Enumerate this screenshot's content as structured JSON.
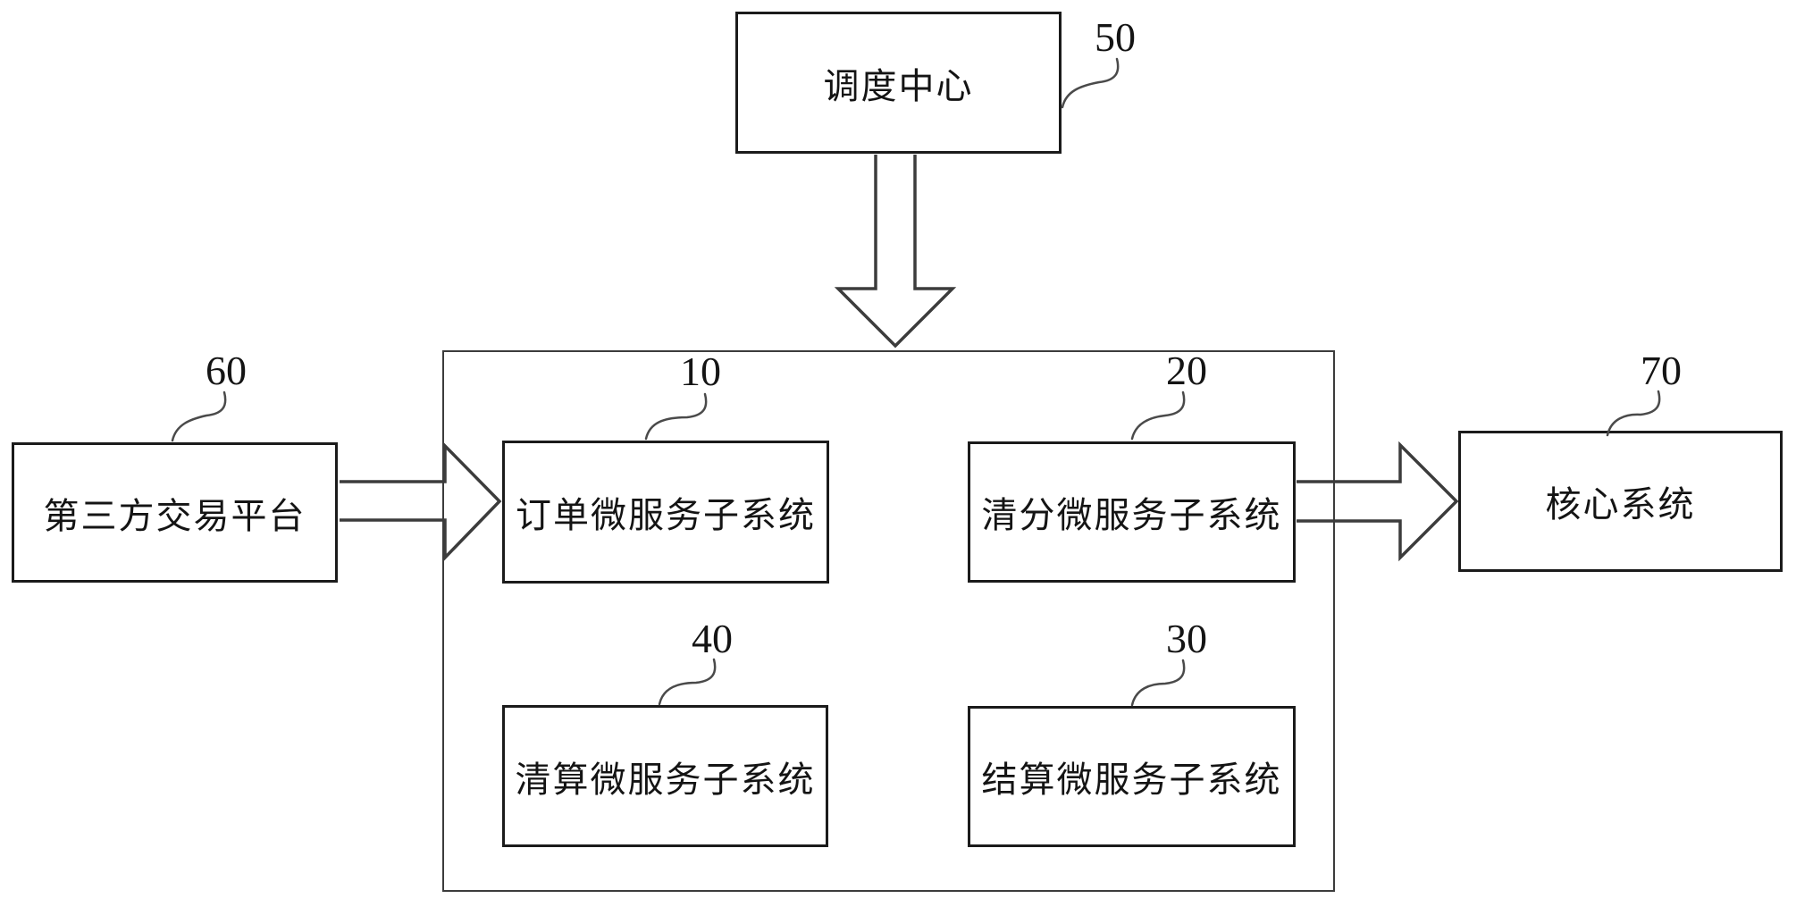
{
  "figure": {
    "background_color": "#ffffff",
    "line_color": "#3c3c3c",
    "text_color": "#141414"
  },
  "nodes": {
    "dispatch_center": {
      "label": "调度中心",
      "ref": "50"
    },
    "third_party_platform": {
      "label": "第三方交易平台",
      "ref": "60"
    },
    "order_microservice": {
      "label": "订单微服务子系统",
      "ref": "10"
    },
    "clearing_microservice": {
      "label": "清分微服务子系统",
      "ref": "20"
    },
    "settlement_microservice": {
      "label": "结算微服务子系统",
      "ref": "30"
    },
    "liquidation_microservice": {
      "label": "清算微服务子系统",
      "ref": "40"
    },
    "core_system": {
      "label": "核心系统",
      "ref": "70"
    }
  },
  "edges": [
    {
      "from": "dispatch_center",
      "to": "microservice_container",
      "type": "block-arrow-down"
    },
    {
      "from": "third_party_platform",
      "to": "order_microservice",
      "type": "block-arrow-right"
    },
    {
      "from": "clearing_microservice",
      "to": "core_system",
      "type": "block-arrow-right"
    }
  ]
}
